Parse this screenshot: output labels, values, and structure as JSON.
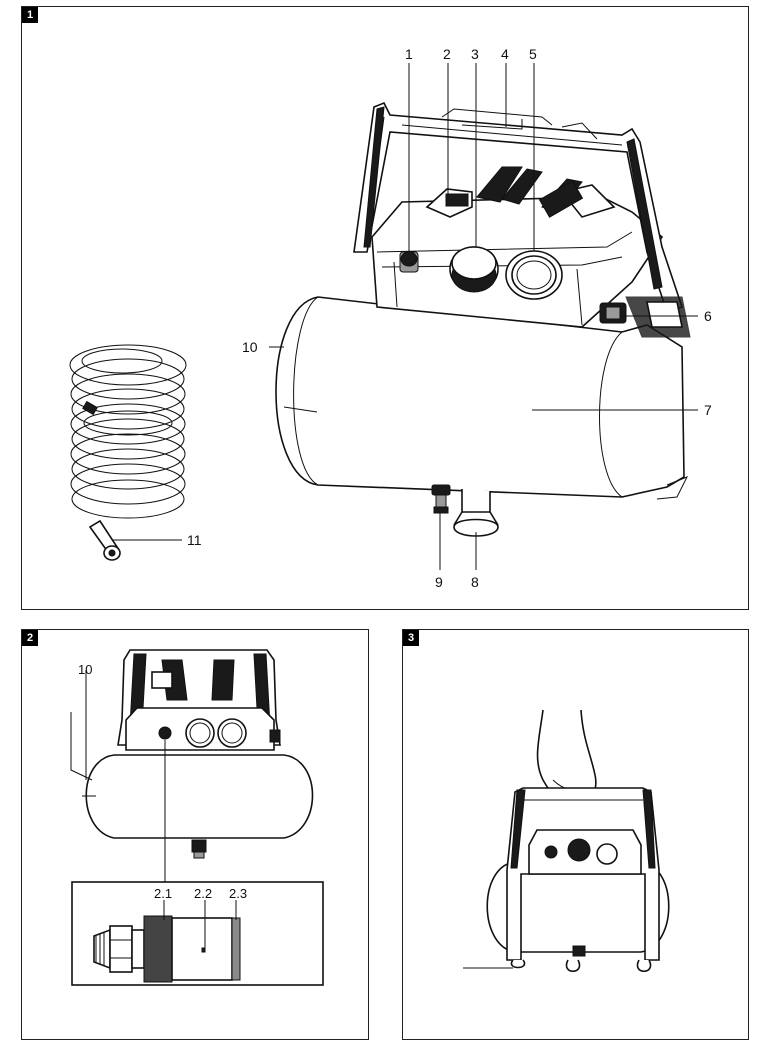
{
  "panels": [
    {
      "id": "1",
      "labels": [
        "1",
        "2",
        "3",
        "4",
        "5",
        "6",
        "7",
        "8",
        "9",
        "10",
        "11"
      ]
    },
    {
      "id": "2",
      "labels": [
        "10"
      ],
      "detail_labels": [
        "2.1",
        "2.2",
        "2.3"
      ]
    },
    {
      "id": "3",
      "labels": []
    }
  ]
}
